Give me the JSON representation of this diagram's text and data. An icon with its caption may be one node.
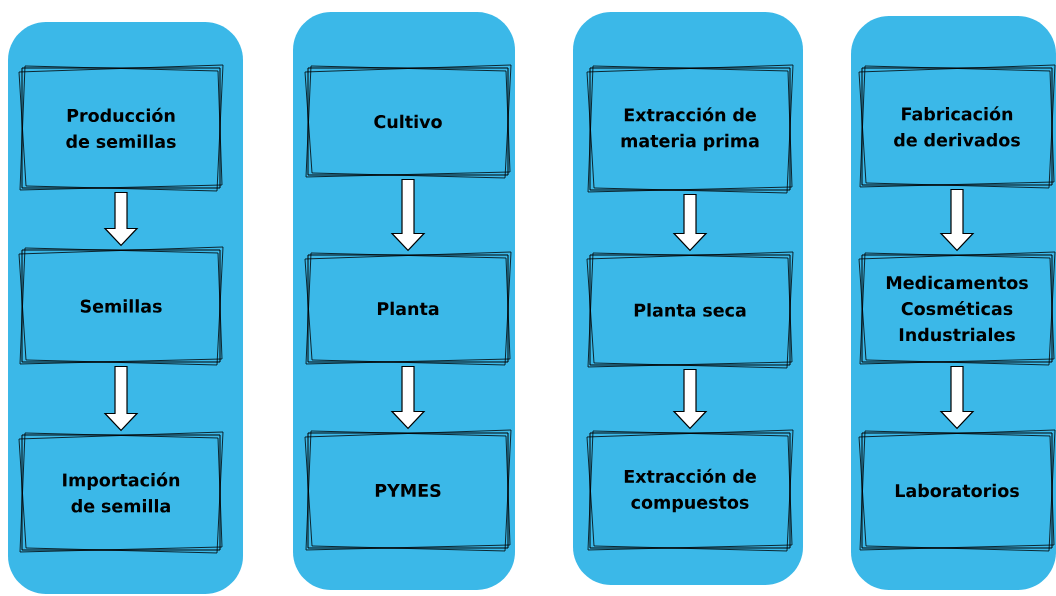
{
  "diagram": {
    "nodes": [
      {
        "text": [],
        "shape": "box"
      },
      {
        "text": [
          "Producción de semillas"
        ],
        "in": 0
      },
      {
        "text": [
          "Semillas"
        ],
        "in": 0
      },
      {
        "text": [
          "Importación de semilla"
        ],
        "in": 0
      },
      {
        "text": [],
        "shape": "box"
      },
      {
        "text": [
          "Cultivo"
        ],
        "in": 4
      },
      {
        "text": [
          "Planta"
        ],
        "in": 4
      },
      {
        "text": [
          "PYMES"
        ],
        "in": 4
      },
      {
        "text": [],
        "shape": "box"
      },
      {
        "text": [
          "Extracción de materia prima"
        ],
        "in": 8
      },
      {
        "text": [
          "Planta seca"
        ],
        "in": 8
      },
      {
        "text": [
          "Extracción de compuestos"
        ],
        "in": 8
      },
      {
        "text": [],
        "shape": "box"
      },
      {
        "text": [
          "Fabricación de derivados"
        ],
        "in": 12
      },
      {
        "text": [
          "Medicamentos Cosméticas Industriales"
        ],
        "in": 12
      },
      {
        "text": [
          "Laboratorios"
        ],
        "in": 12
      }
    ],
    "edges": [
      {
        "from": 1,
        "to": 2,
        "arrow": "to"
      },
      {
        "from": 2,
        "to": 3,
        "arrow": "to"
      },
      {
        "from": 5,
        "to": 6,
        "arrow": "to"
      },
      {
        "from": 6,
        "to": 7,
        "arrow": "to"
      },
      {
        "from": 9,
        "to": 10,
        "arrow": "to"
      },
      {
        "from": 10,
        "to": 11,
        "arrow": "to"
      },
      {
        "from": 13,
        "to": 14,
        "arrow": "to"
      },
      {
        "from": 14,
        "to": 15,
        "arrow": "to"
      }
    ]
  }
}
